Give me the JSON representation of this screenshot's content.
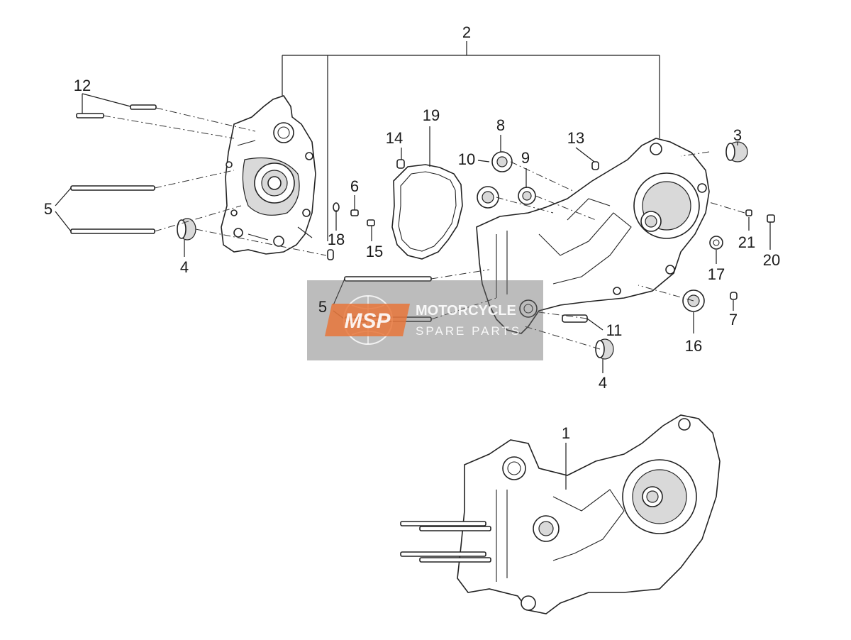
{
  "callouts": [
    {
      "id": "c1",
      "label": "1"
    },
    {
      "id": "c2",
      "label": "2"
    },
    {
      "id": "c3",
      "label": "3"
    },
    {
      "id": "c4a",
      "label": "4"
    },
    {
      "id": "c4b",
      "label": "4"
    },
    {
      "id": "c5a",
      "label": "5"
    },
    {
      "id": "c5b",
      "label": "5"
    },
    {
      "id": "c6",
      "label": "6"
    },
    {
      "id": "c7",
      "label": "7"
    },
    {
      "id": "c8",
      "label": "8"
    },
    {
      "id": "c9",
      "label": "9"
    },
    {
      "id": "c10",
      "label": "10"
    },
    {
      "id": "c11",
      "label": "11"
    },
    {
      "id": "c12",
      "label": "12"
    },
    {
      "id": "c13",
      "label": "13"
    },
    {
      "id": "c14",
      "label": "14"
    },
    {
      "id": "c15",
      "label": "15"
    },
    {
      "id": "c16",
      "label": "16"
    },
    {
      "id": "c17",
      "label": "17"
    },
    {
      "id": "c18",
      "label": "18"
    },
    {
      "id": "c19",
      "label": "19"
    },
    {
      "id": "c20",
      "label": "20"
    },
    {
      "id": "c21",
      "label": "21"
    }
  ],
  "watermark": {
    "logo_text": "MSP",
    "line1": "MOTORCYCLE",
    "line2": "SPARE PARTS"
  }
}
